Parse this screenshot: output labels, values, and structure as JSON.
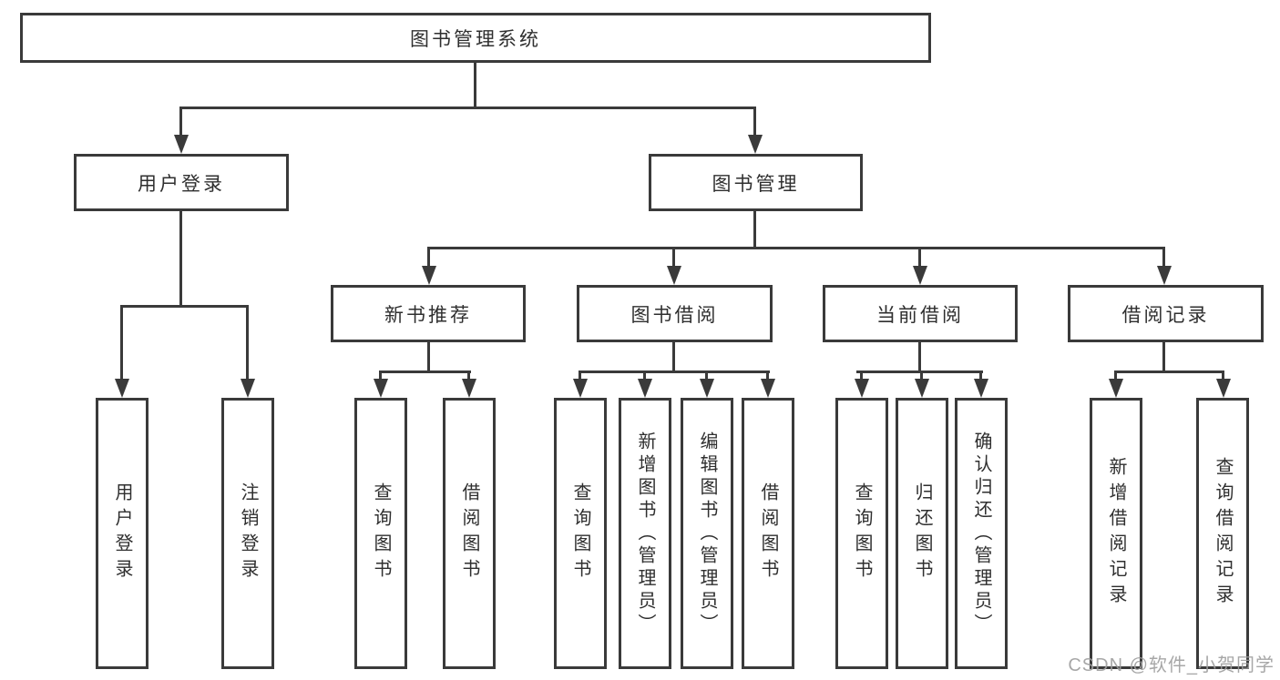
{
  "diagram": {
    "root": {
      "label": "图书管理系统"
    },
    "level2": [
      {
        "label": "用户登录"
      },
      {
        "label": "图书管理"
      }
    ],
    "level3": [
      {
        "label": "新书推荐"
      },
      {
        "label": "图书借阅"
      },
      {
        "label": "当前借阅"
      },
      {
        "label": "借阅记录"
      }
    ],
    "leaves": [
      {
        "label": "用户登录"
      },
      {
        "label": "注销登录"
      },
      {
        "label": "查询图书"
      },
      {
        "label": "借阅图书"
      },
      {
        "label": "查询图书"
      },
      {
        "label": "新增图书（管理员）"
      },
      {
        "label": "编辑图书（管理员）"
      },
      {
        "label": "借阅图书"
      },
      {
        "label": "查询图书"
      },
      {
        "label": "归还图书"
      },
      {
        "label": "确认归还（管理员）"
      },
      {
        "label": "新增借阅记录"
      },
      {
        "label": "查询借阅记录"
      }
    ]
  },
  "watermark": {
    "text": "CSDN @软件_小贺同学"
  },
  "colors": {
    "line": "#3a3a3a",
    "text": "#2f2f2f",
    "watermark": "#9e9e9e",
    "box_background": "#ffffff",
    "page_background": "#ffffff"
  }
}
